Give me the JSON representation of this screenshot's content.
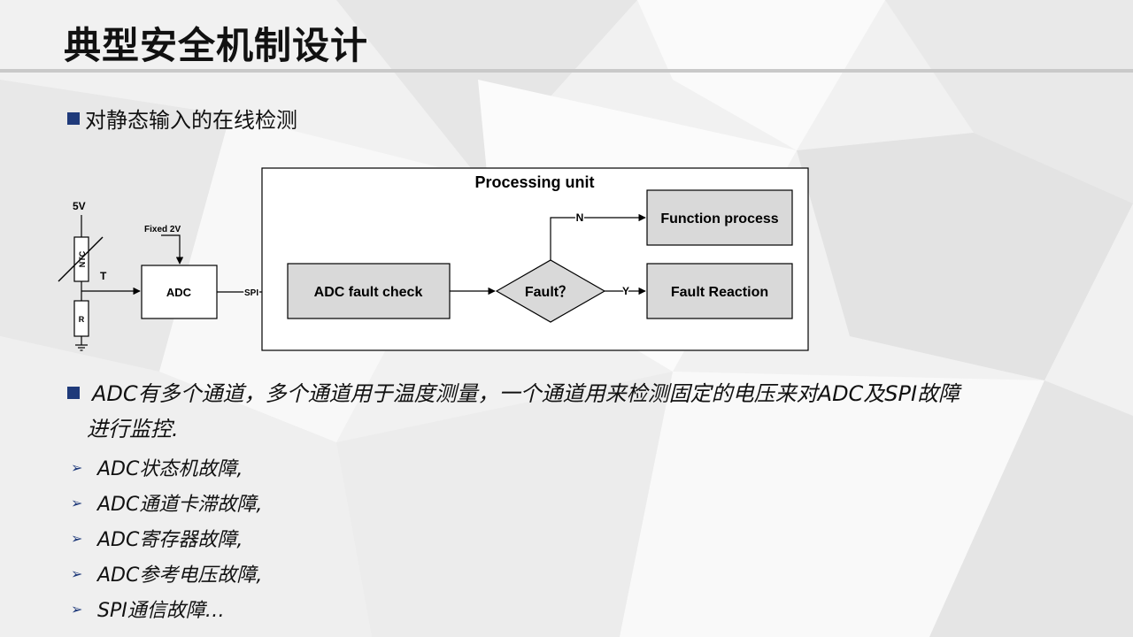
{
  "title": "典型安全机制设计",
  "subheading": "对静态输入的在线检测",
  "diagram": {
    "v5": "5V",
    "ntc": "NTC",
    "r": "R",
    "t": "T",
    "fixed": "Fixed 2V",
    "adc": "ADC",
    "spi": "SPI",
    "unit_title": "Processing unit",
    "fault_check": "ADC fault check",
    "fault_q": "Fault？",
    "n": "N",
    "y": "Y",
    "function_process": "Function process",
    "fault_reaction": "Fault Reaction"
  },
  "paragraph": {
    "line1": "ADC有多个通道，多个通道用于温度测量，一个通道用来检测固定的电压来对ADC及SPI故障",
    "line2": "进行监控."
  },
  "bullets": [
    "ADC状态机故障,",
    "ADC通道卡滞故障,",
    "ADC寄存器故障,",
    "ADC参考电压故障,",
    "SPI通信故障…"
  ],
  "colors": {
    "accent": "#1f3a7a",
    "block_fill": "#d9d9d9"
  }
}
